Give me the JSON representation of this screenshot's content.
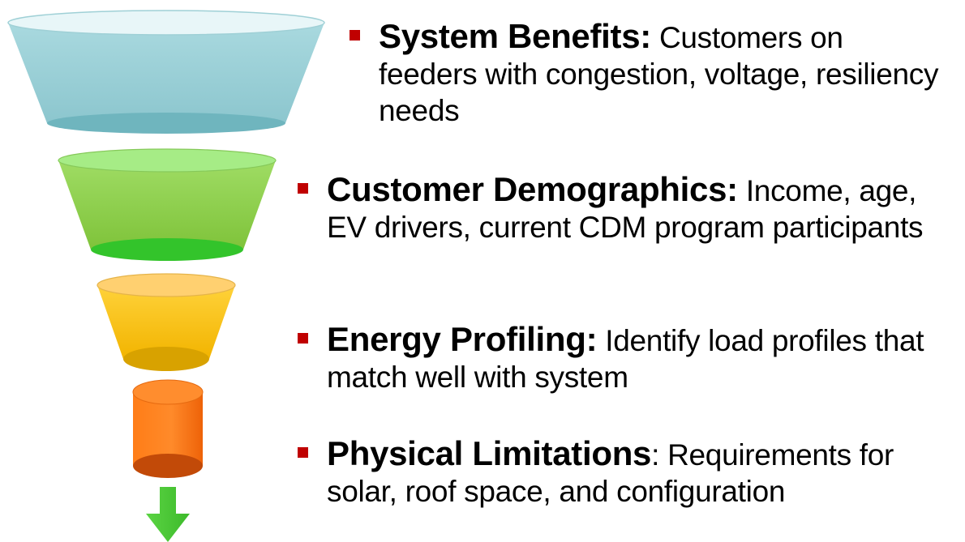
{
  "colors": {
    "bullet": "#c00000",
    "text": "#000000",
    "arrow": "#4cc735",
    "stage1": "#9ccfd6",
    "stage2": "#8ed04c",
    "stage3": "#f7c21a",
    "stage4": "#f2700f"
  },
  "items": [
    {
      "term": "System Benefits",
      "separator": ":",
      "separator_bold": true,
      "description": "Customers on feeders with congestion, voltage, resiliency needs"
    },
    {
      "term": "Customer Demographics",
      "separator": ":",
      "separator_bold": true,
      "description": "Income, age, EV drivers, current CDM program participants"
    },
    {
      "term": "Energy Profiling",
      "separator": ":",
      "separator_bold": true,
      "description": "Identify load profiles that match well with system"
    },
    {
      "term": "Physical Limitations",
      "separator": ":",
      "separator_bold": false,
      "description": "Requirements for solar, roof space, and configuration"
    }
  ]
}
